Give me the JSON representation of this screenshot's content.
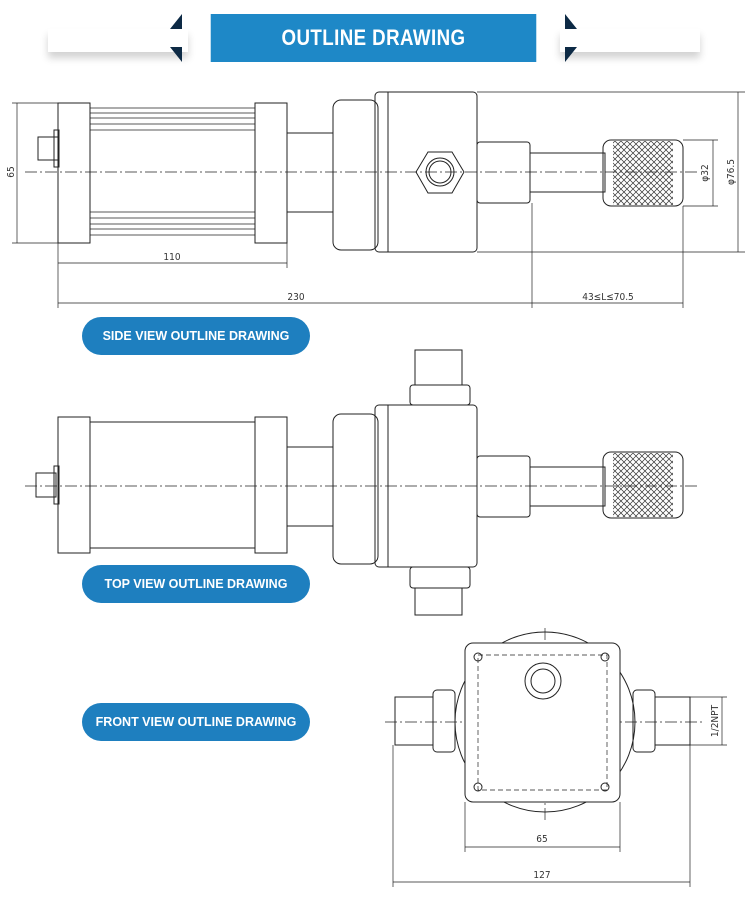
{
  "header": {
    "title": "OUTLINE DRAWING"
  },
  "views": [
    {
      "label": "SIDE VIEW OUTLINE DRAWING"
    },
    {
      "label": "TOP VIEW OUTLINE DRAWING"
    },
    {
      "label": "FRONT VIEW OUTLINE DRAWING"
    }
  ],
  "dimensions": {
    "side_height": "65",
    "side_cylinder_length": "110",
    "side_total_length": "230",
    "side_stroke": "43≤L≤70.5",
    "side_knob_dia": "φ32",
    "side_body_dia": "φ76.5",
    "front_width": "65",
    "front_total_width": "127",
    "front_thread": "1/2NPT"
  },
  "colors": {
    "accent": "#1e88c7",
    "pill": "#1e7fbf",
    "line": "#222222"
  }
}
